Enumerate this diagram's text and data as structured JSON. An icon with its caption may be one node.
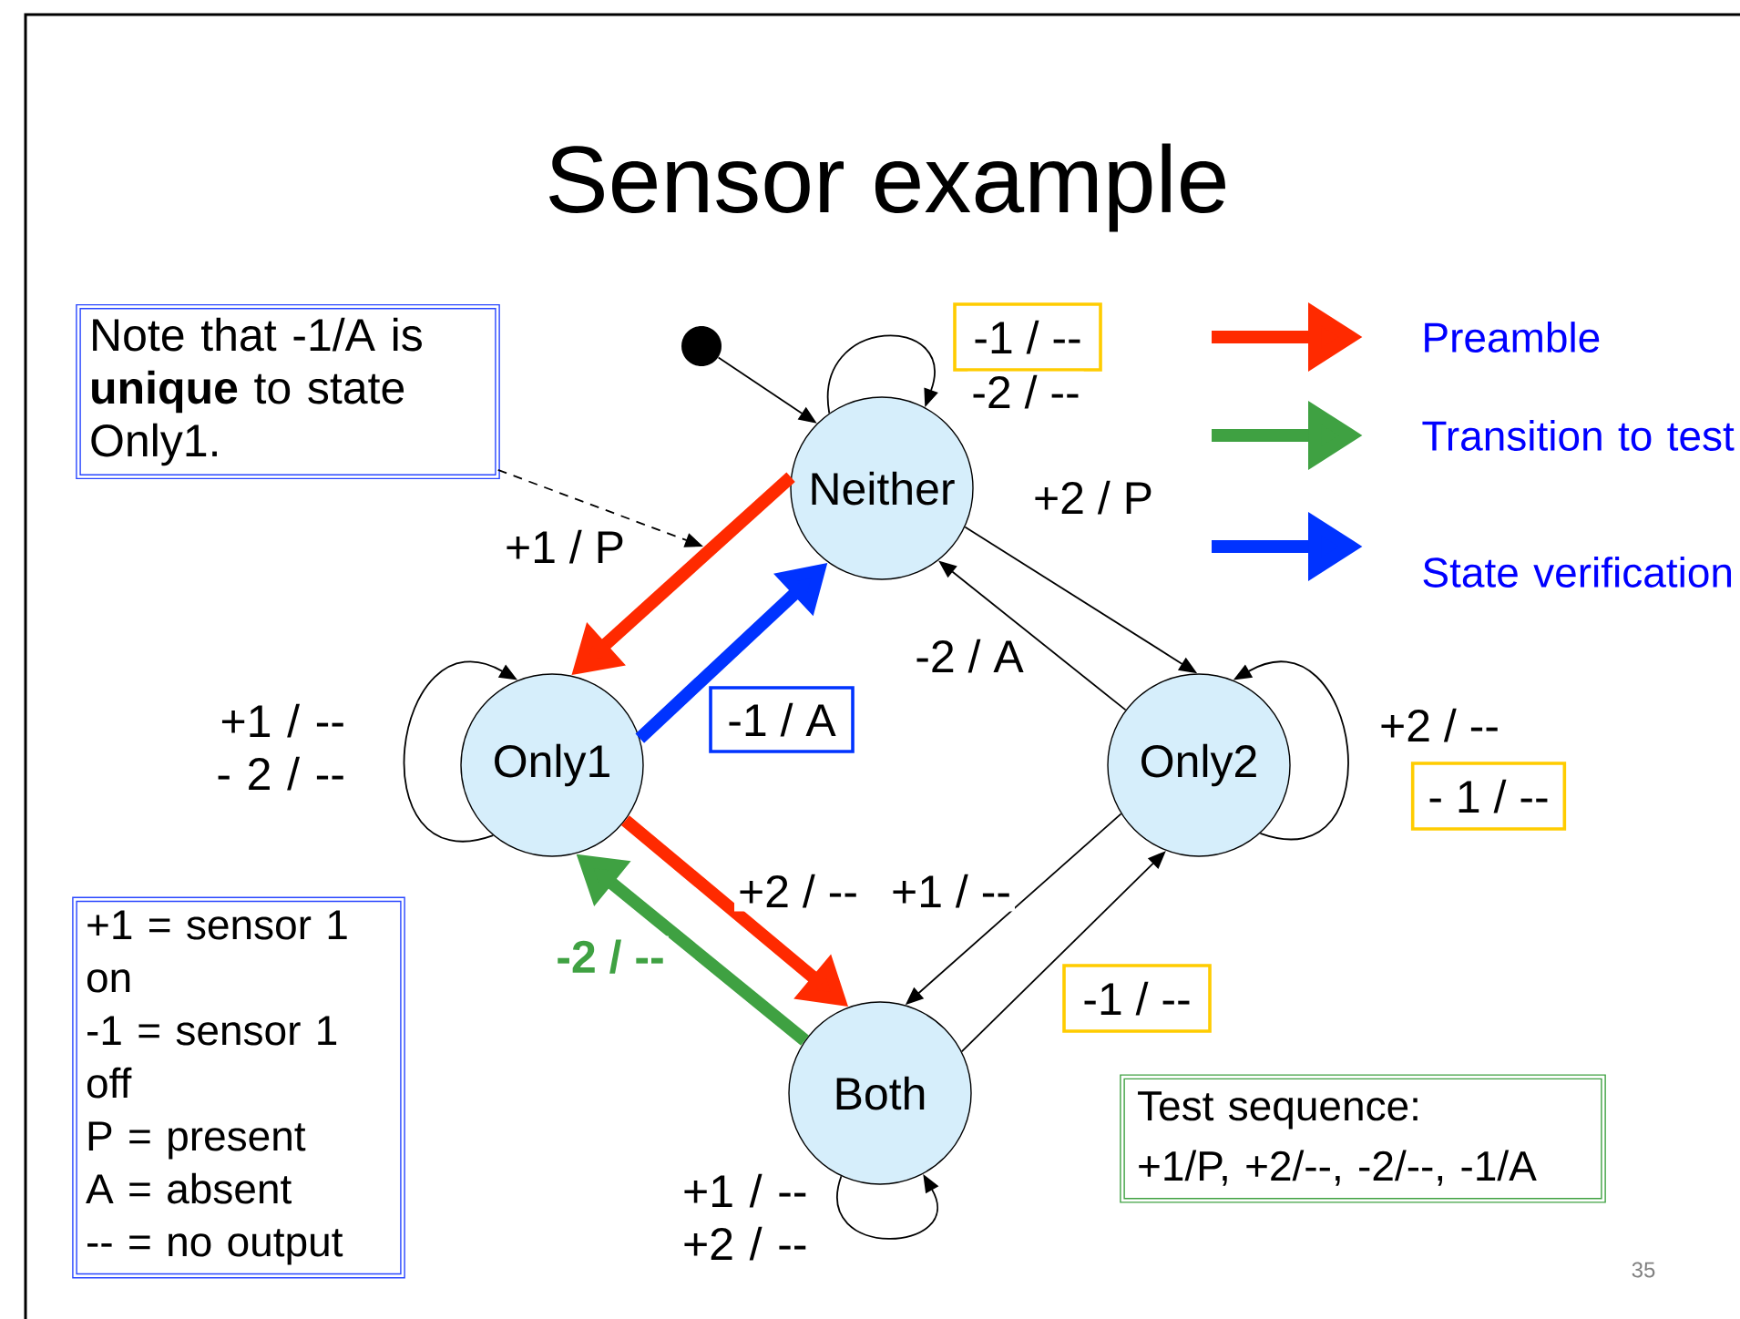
{
  "diagram": {
    "title": "Sensor example",
    "nodes": [
      {
        "text": [
          "Neither"
        ]
      },
      {
        "text": [
          "Only1"
        ]
      },
      {
        "text": [
          "Only2"
        ]
      },
      {
        "text": [
          "Both"
        ]
      },
      {
        "text": [],
        "shape": "circle"
      },
      {
        "text": [
          "Note that -1/A is **unique** to state Only1."
        ]
      },
      {
        "text": [
          "+1 = sensor 1 on",
          "-1 = sensor 1 off",
          "P = present",
          "A = absent",
          "-- = no output"
        ]
      },
      {
        "text": [
          "Test sequence:",
          "+1/P, +2/--, -2/--, -1/A"
        ]
      },
      {
        "text": [
          "-1 / A"
        ]
      },
      {
        "text": [
          "-1 / --"
        ]
      },
      {
        "text": [
          "- 1 / --"
        ]
      },
      {
        "text": [
          "-1 / --"
        ]
      }
    ],
    "edges": [
      {
        "from": 4,
        "to": 0,
        "arrow": "to"
      },
      {
        "from": 0,
        "to": 0,
        "arrow": "to",
        "label": "-2 / --"
      },
      {
        "from": 0,
        "to": 1,
        "arrow": "to",
        "label": "+1 / P",
        "style": "thick",
        "color": "#ff2a00"
      },
      {
        "from": 1,
        "to": 0,
        "arrow": "to",
        "style": "thick",
        "color": "#0033ff"
      },
      {
        "from": 0,
        "to": 2,
        "arrow": "to",
        "label": "+2 / P"
      },
      {
        "from": 2,
        "to": 0,
        "arrow": "to",
        "label": "-2 / A"
      },
      {
        "from": 1,
        "to": 1,
        "arrow": "to",
        "label": "+1 / -- - 2 / --"
      },
      {
        "from": 2,
        "to": 2,
        "arrow": "to",
        "label": "+2 / --"
      },
      {
        "from": 1,
        "to": 3,
        "arrow": "to",
        "label": "+2 / --",
        "style": "thick",
        "color": "#ff2a00"
      },
      {
        "from": 3,
        "to": 1,
        "arrow": "to",
        "label": "-2 / --",
        "style": "thick",
        "color": "#3fa142"
      },
      {
        "from": 2,
        "to": 3,
        "arrow": "to",
        "label": "+1 / --"
      },
      {
        "from": 3,
        "to": 2,
        "arrow": "to"
      },
      {
        "from": 3,
        "to": 3,
        "arrow": "to",
        "label": "+1 / -- +2 / --"
      },
      {
        "from": 5,
        "to": null,
        "arrow": "to",
        "style": "dashed"
      }
    ],
    "labels": [
      "35"
    ],
    "legend": [
      {
        "text": "Preamble",
        "color": "#ff2a00"
      },
      {
        "text": "Transition to test",
        "color": "#3fa142"
      },
      {
        "text": "State verification",
        "color": "#0033ff"
      }
    ]
  }
}
